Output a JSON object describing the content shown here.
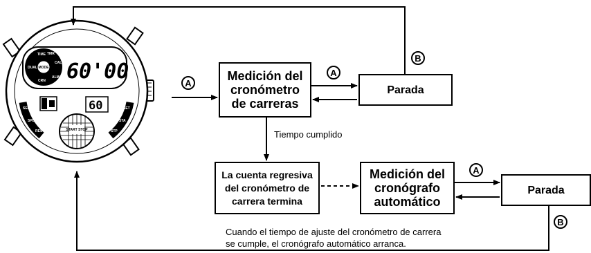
{
  "boxes": {
    "race_timer": "Medición del\ncronómetro\nde carreras",
    "stop_top": "Parada",
    "countdown_end": "La cuenta regresiva\ndel cronómetro de\ncarrera termina",
    "auto_chrono": "Medición del\ncronógrafo\nautomático",
    "stop_bottom": "Parada"
  },
  "buttons": {
    "a": "A",
    "b": "B"
  },
  "labels": {
    "time_up": "Tiempo cumplido",
    "note": "Cuando el tiempo de ajuste del cronómetro de carrera\nse cumple, el cronógrafo automático arranca."
  },
  "watch": {
    "main_display": "60'00",
    "sub_display": "60",
    "mode_ring": [
      "TIME",
      "TMR",
      "CAL",
      "ALM",
      "DUAL",
      "CRN",
      "MODE"
    ],
    "left_arc": [
      "SEL",
      "SPL",
      "RES"
    ],
    "right_arc": [
      "STP",
      "STA",
      "SET"
    ],
    "center_button": "START STOP"
  },
  "colors": {
    "line": "#000000",
    "background": "#ffffff"
  }
}
